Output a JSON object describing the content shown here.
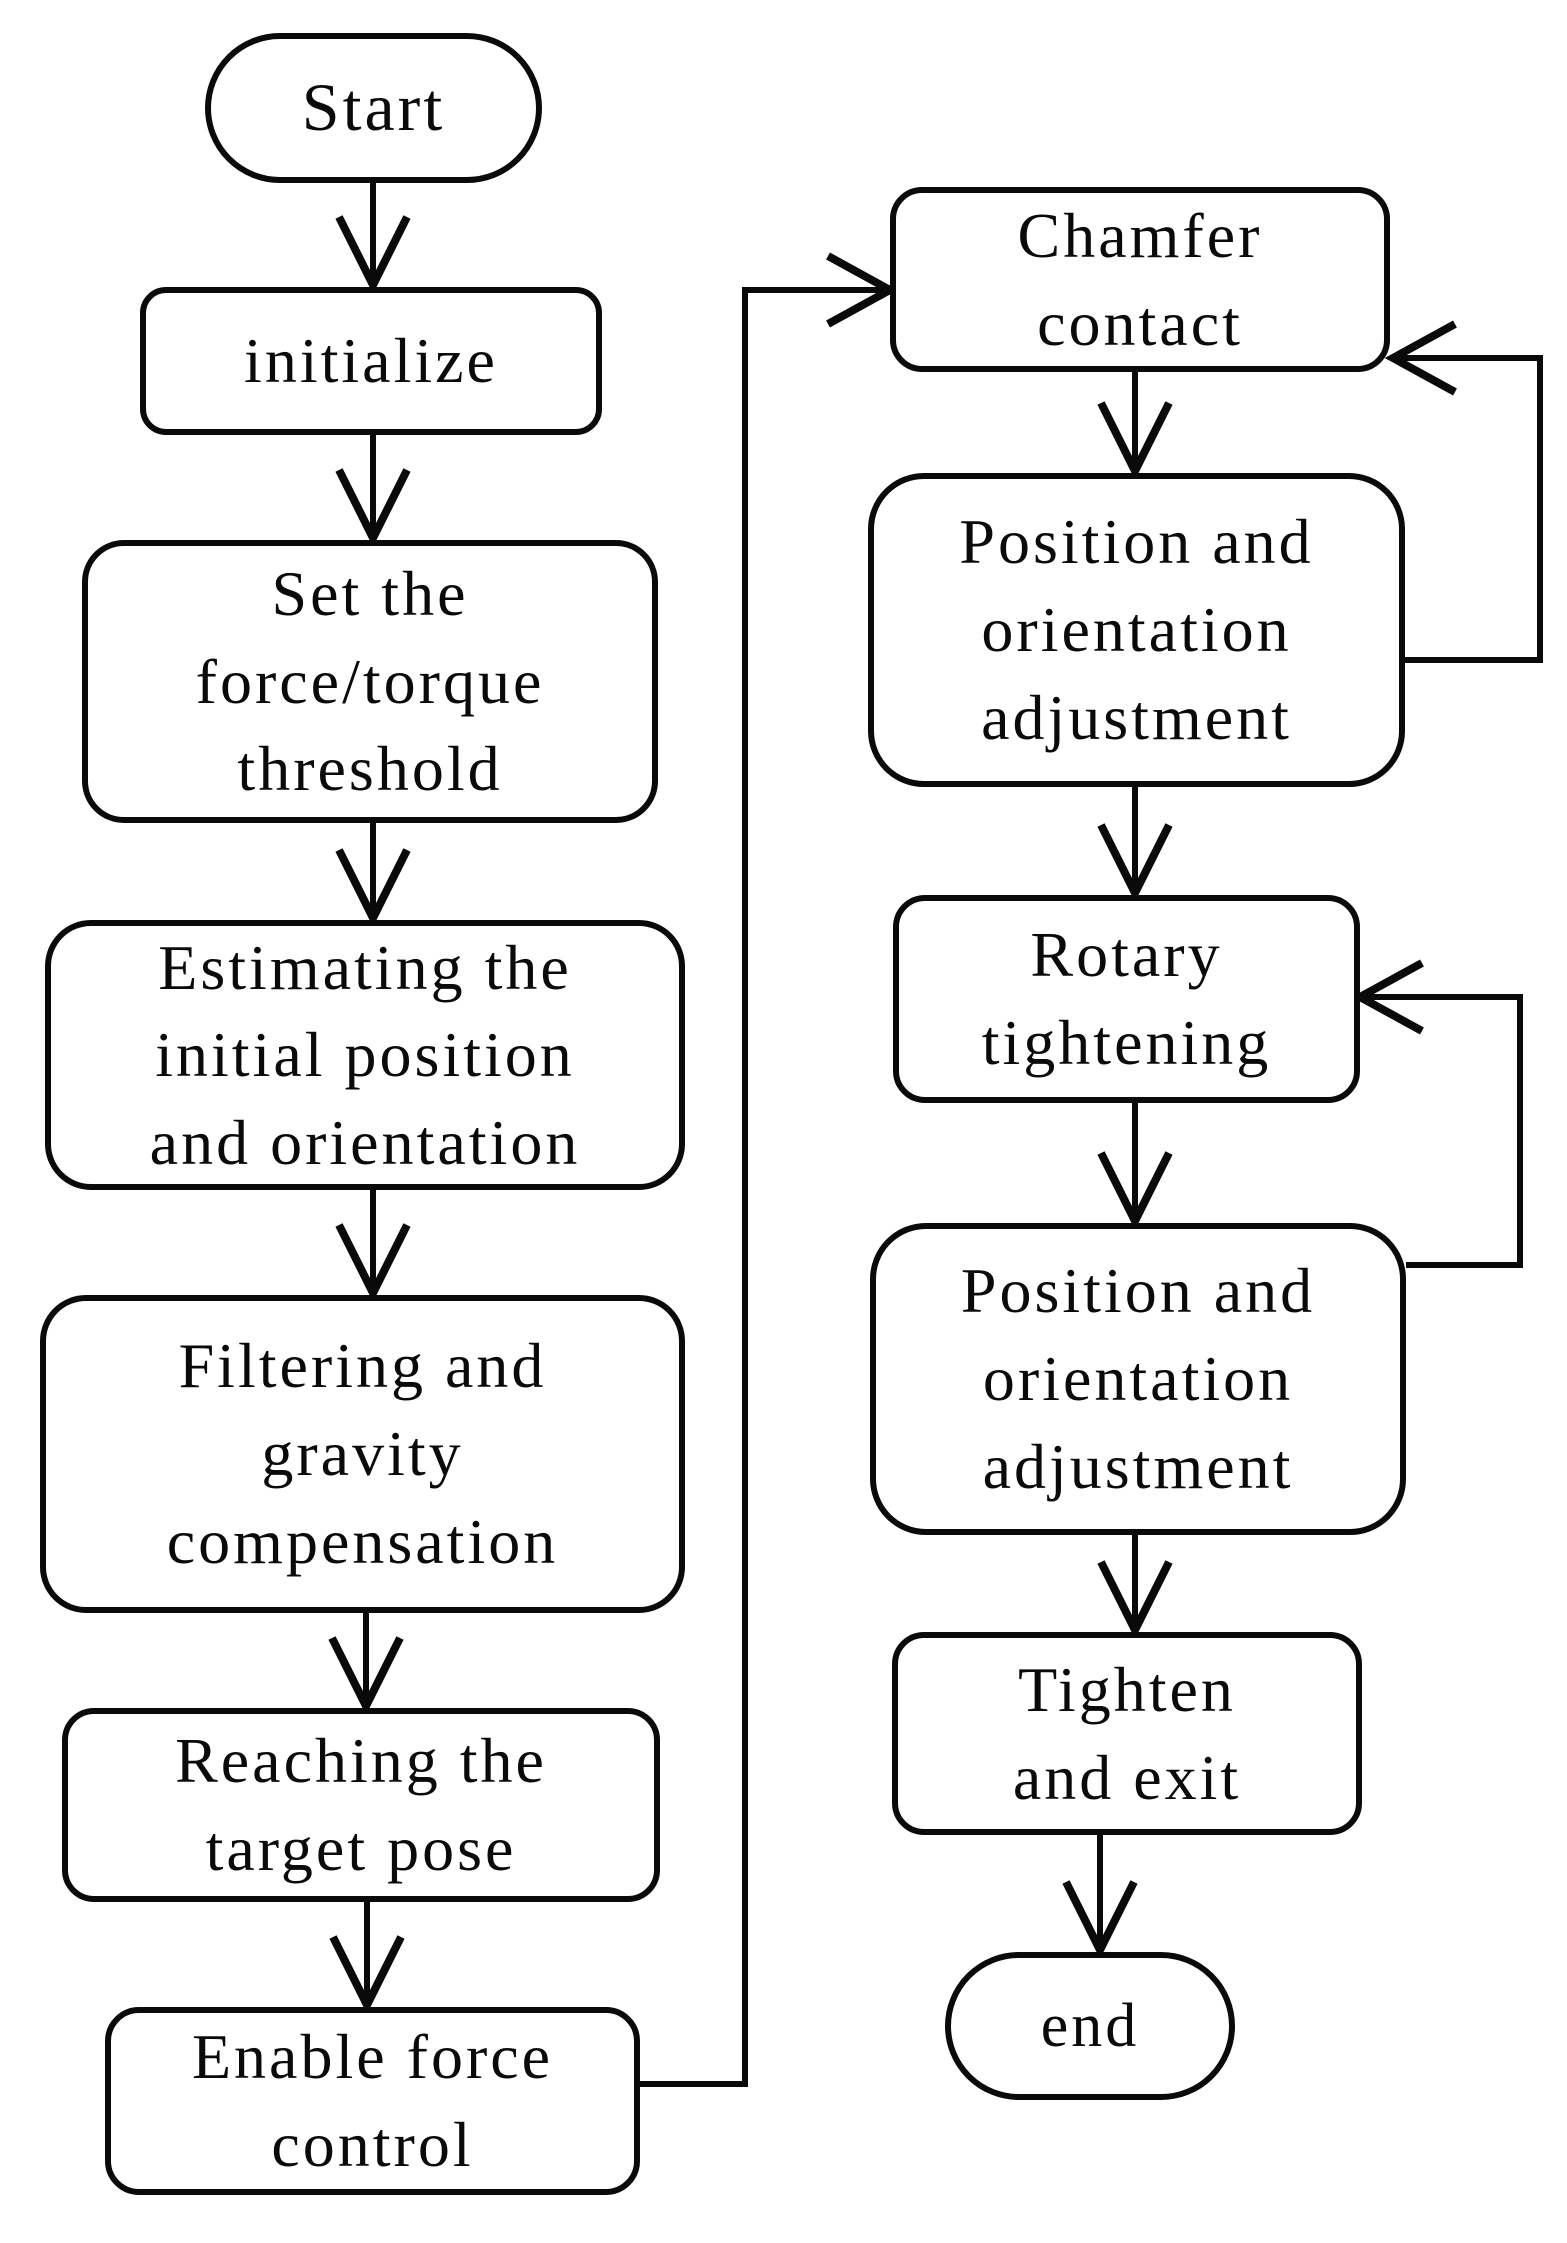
{
  "figure": {
    "type": "flowchart",
    "background_color": "#ffffff",
    "stroke_color": "#0a0a0a",
    "text_color": "#0a0a0a"
  },
  "nodes": [
    {
      "id": "start",
      "shape": "stadium",
      "label": "Start"
    },
    {
      "id": "initialize",
      "shape": "rounded-rect",
      "label": "initialize"
    },
    {
      "id": "set-threshold",
      "shape": "rounded-rect",
      "label": "Set the\nforce/torque\nthreshold"
    },
    {
      "id": "estimate-pose",
      "shape": "rounded-rect",
      "label": "Estimating the\ninitial position\nand orientation"
    },
    {
      "id": "filter-gravity",
      "shape": "rounded-rect",
      "label": "Filtering and\ngravity\ncompensation"
    },
    {
      "id": "reach-target",
      "shape": "rounded-rect",
      "label": "Reaching the\ntarget pose"
    },
    {
      "id": "enable-force",
      "shape": "rounded-rect",
      "label": "Enable force\ncontrol"
    },
    {
      "id": "chamfer-contact",
      "shape": "rounded-rect",
      "label": "Chamfer\ncontact"
    },
    {
      "id": "pose-adjust-1",
      "shape": "rounded-rect",
      "label": "Position and\norientation\nadjustment"
    },
    {
      "id": "rotary-tightening",
      "shape": "rounded-rect",
      "label": "Rotary\ntightening"
    },
    {
      "id": "pose-adjust-2",
      "shape": "rounded-rect",
      "label": "Position and\norientation\nadjustment"
    },
    {
      "id": "tighten-exit",
      "shape": "rounded-rect",
      "label": "Tighten\nand exit"
    },
    {
      "id": "end",
      "shape": "stadium",
      "label": "end"
    }
  ],
  "edges": [
    {
      "from": "start",
      "to": "initialize",
      "routing": "straight-down"
    },
    {
      "from": "initialize",
      "to": "set-threshold",
      "routing": "straight-down"
    },
    {
      "from": "set-threshold",
      "to": "estimate-pose",
      "routing": "straight-down"
    },
    {
      "from": "estimate-pose",
      "to": "filter-gravity",
      "routing": "straight-down"
    },
    {
      "from": "filter-gravity",
      "to": "reach-target",
      "routing": "straight-down"
    },
    {
      "from": "reach-target",
      "to": "enable-force",
      "routing": "straight-down"
    },
    {
      "from": "enable-force",
      "to": "chamfer-contact",
      "routing": "right-then-up-elbow"
    },
    {
      "from": "chamfer-contact",
      "to": "pose-adjust-1",
      "routing": "straight-down"
    },
    {
      "from": "pose-adjust-1",
      "to": "chamfer-contact",
      "routing": "right-side-loop-back"
    },
    {
      "from": "pose-adjust-1",
      "to": "rotary-tightening",
      "routing": "straight-down"
    },
    {
      "from": "rotary-tightening",
      "to": "pose-adjust-2",
      "routing": "straight-down"
    },
    {
      "from": "pose-adjust-2",
      "to": "rotary-tightening",
      "routing": "right-side-loop-back"
    },
    {
      "from": "pose-adjust-2",
      "to": "tighten-exit",
      "routing": "straight-down"
    },
    {
      "from": "tighten-exit",
      "to": "end",
      "routing": "straight-down"
    }
  ]
}
